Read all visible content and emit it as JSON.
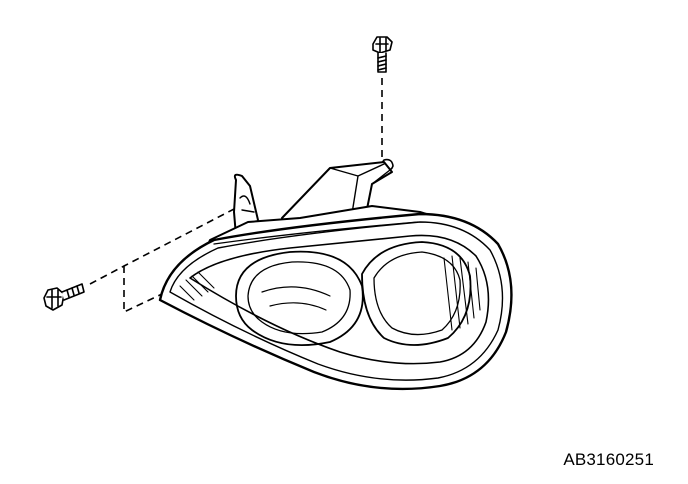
{
  "figure": {
    "reference_code": "AB3160251",
    "parts": [
      "headlamp-assembly",
      "upper-mounting-bolt",
      "side-mounting-bolt"
    ]
  },
  "colors": {
    "ink": "#000000",
    "background": "#ffffff"
  }
}
